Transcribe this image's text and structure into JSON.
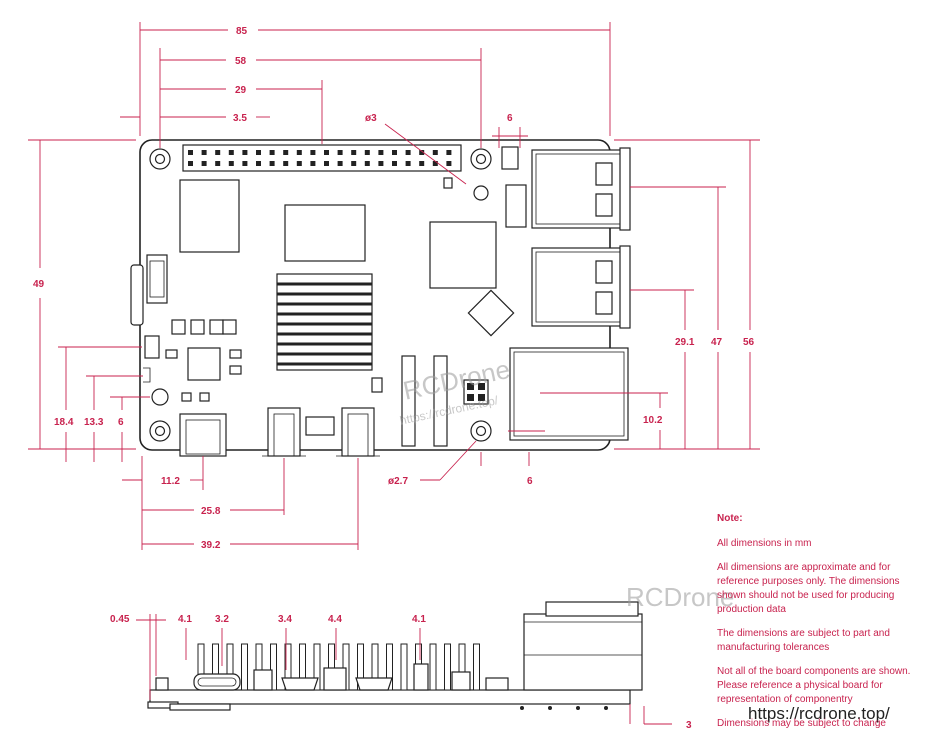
{
  "dimensions": {
    "top": {
      "width_total": "85",
      "width_58": "58",
      "width_29": "29",
      "width_3_5": "3.5",
      "hole_dia": "ø3",
      "width_6": "6"
    },
    "left": {
      "height_49": "49",
      "h_18_4": "18.4",
      "h_13_3": "13.3",
      "h_6": "6"
    },
    "right": {
      "h_29_1": "29.1",
      "h_47": "47",
      "h_56": "56",
      "h_10_2": "10.2",
      "w_6": "6"
    },
    "bottom": {
      "w_11_2": "11.2",
      "w_25_8": "25.8",
      "w_39_2": "39.2",
      "hole_dia": "ø2.7"
    },
    "side": {
      "t_0_45": "0.45",
      "t_4_1a": "4.1",
      "t_3_2": "3.2",
      "t_3_4": "3.4",
      "t_4_4": "4.4",
      "t_4_1b": "4.1",
      "t_3": "3"
    }
  },
  "notes": {
    "title": "Note:",
    "items": [
      "All dimensions in mm",
      "All dimensions are approximate and for reference purposes only. The dimensions shown should not be used for producing production data",
      "The dimensions are subject to part and manufacturing tolerances",
      "Not all of the board components are shown. Please reference a physical board for representation of componentry",
      "Dimensions may be subject to change"
    ]
  },
  "watermark": {
    "logo_board": "RCDrone",
    "url_board": "https://rcdrone.top/",
    "logo_notes": "RCDrone",
    "url_footer": "https://rcdrone.top/"
  },
  "colors": {
    "dimension": "#c8224e",
    "outline": "#222222"
  }
}
